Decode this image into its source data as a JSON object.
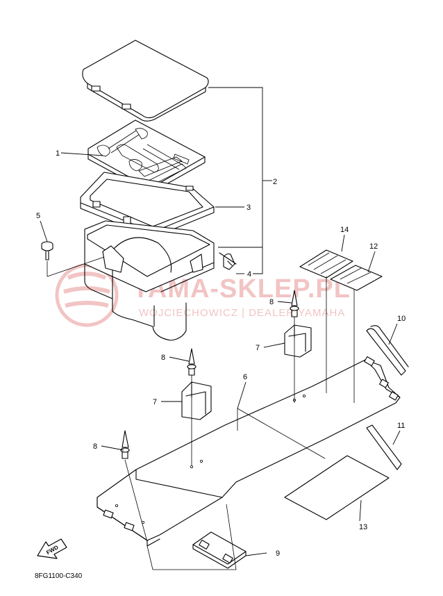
{
  "watermark": {
    "title": "YAMA-SKLEP.PL",
    "subtitle": "WOJCIECHOWICZ | DEALER YAMAHA",
    "color": "#f2c4c4"
  },
  "callouts": {
    "c1": "1",
    "c2": "2",
    "c3": "3",
    "c4": "4",
    "c5": "5",
    "c6": "6",
    "c7a": "7",
    "c7b": "7",
    "c8a": "8",
    "c8b": "8",
    "c8c": "8",
    "c9": "9",
    "c10": "10",
    "c11": "11",
    "c12": "12",
    "c13": "13",
    "c14": "14"
  },
  "fwd_label": "FWD",
  "diagram_code": "8FG1100-C340"
}
